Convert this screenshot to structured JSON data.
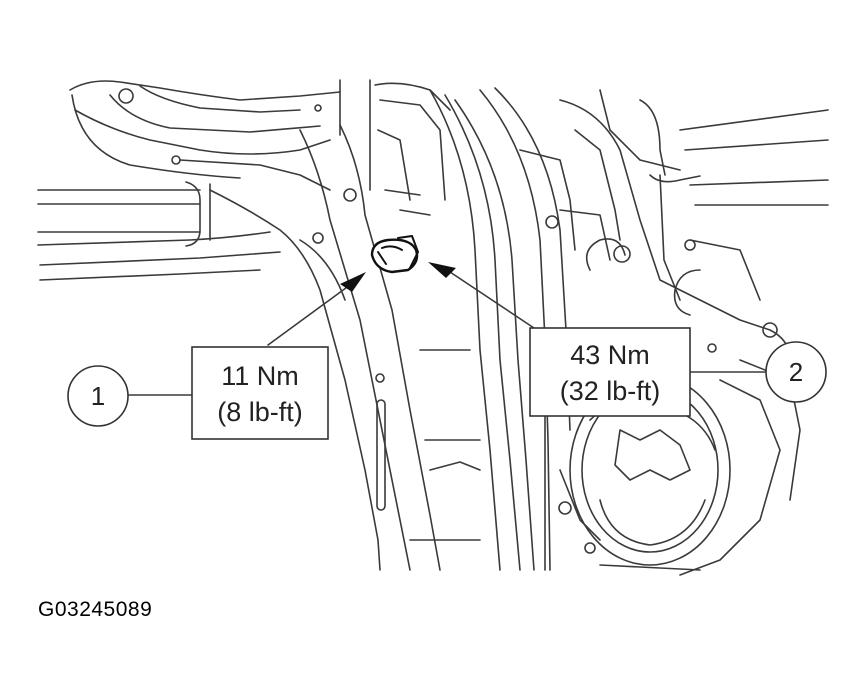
{
  "callouts": [
    {
      "number": "1",
      "torque_nm": "11 Nm",
      "torque_lbft": "(8 lb-ft)"
    },
    {
      "number": "2",
      "torque_nm": "43 Nm",
      "torque_lbft": "(32 lb-ft)"
    }
  ],
  "figure_id": "G03245089",
  "colors": {
    "line": "#3a3a3a",
    "background": "#ffffff",
    "bolt": "#111111"
  }
}
